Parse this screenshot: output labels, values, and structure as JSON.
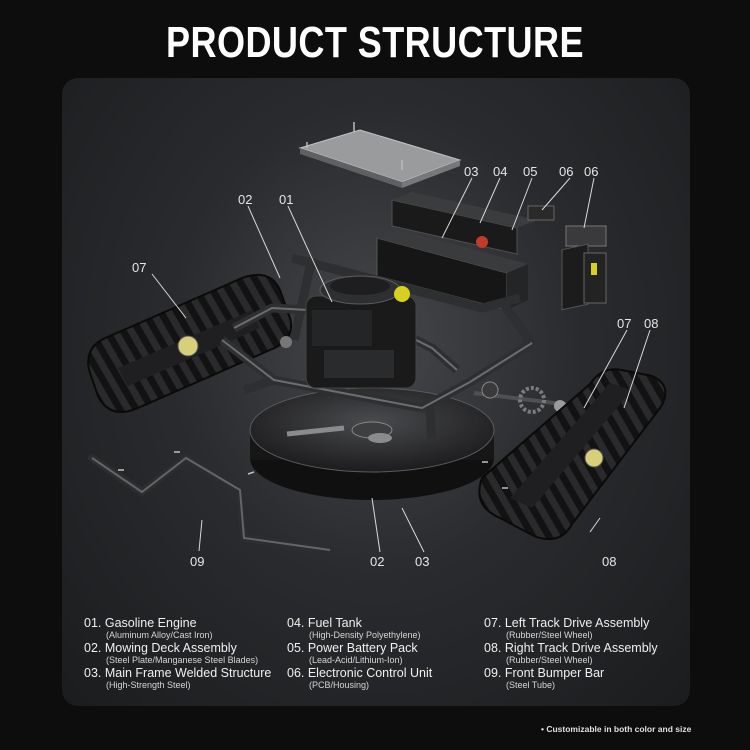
{
  "title": "PRODUCT STRUCTURE",
  "callouts": [
    {
      "id": "c03a",
      "label": "03"
    },
    {
      "id": "c04",
      "label": "04"
    },
    {
      "id": "c05",
      "label": "05"
    },
    {
      "id": "c06a",
      "label": "06"
    },
    {
      "id": "c06b",
      "label": "06"
    },
    {
      "id": "c02a",
      "label": "02"
    },
    {
      "id": "c01",
      "label": "01"
    },
    {
      "id": "c07a",
      "label": "07"
    },
    {
      "id": "c07b",
      "label": "07"
    },
    {
      "id": "c08a",
      "label": "08"
    },
    {
      "id": "c08b",
      "label": "08"
    },
    {
      "id": "c09",
      "label": "09"
    },
    {
      "id": "c02b",
      "label": "02"
    },
    {
      "id": "c03b",
      "label": "03"
    }
  ],
  "legend": [
    [
      {
        "name": "01. Gasoline Engine",
        "sub": "(Aluminum Alloy/Cast Iron)"
      },
      {
        "name": "02. Mowing Deck Assembly",
        "sub": "(Steel Plate/Manganese Steel Blades)"
      },
      {
        "name": "03. Main Frame Welded Structure",
        "sub": "(High-Strength Steel)"
      }
    ],
    [
      {
        "name": "04. Fuel Tank",
        "sub": "(High-Density Polyethylene)"
      },
      {
        "name": "05. Power Battery Pack",
        "sub": "(Lead-Acid/Lithium-Ion)"
      },
      {
        "name": "06. Electronic Control Unit",
        "sub": "(PCB/Housing)"
      }
    ],
    [
      {
        "name": "07. Left Track Drive Assembly",
        "sub": "(Rubber/Steel Wheel)"
      },
      {
        "name": "08. Right Track Drive Assembly",
        "sub": "(Rubber/Steel Wheel)"
      },
      {
        "name": "09. Front Bumper Bar",
        "sub": "(Steel Tube)"
      }
    ]
  ],
  "note": "• Customizable in both color and size",
  "colors": {
    "background": "#0d0d0e",
    "panel": "#2a2b2e",
    "accent": "#d8d020"
  }
}
